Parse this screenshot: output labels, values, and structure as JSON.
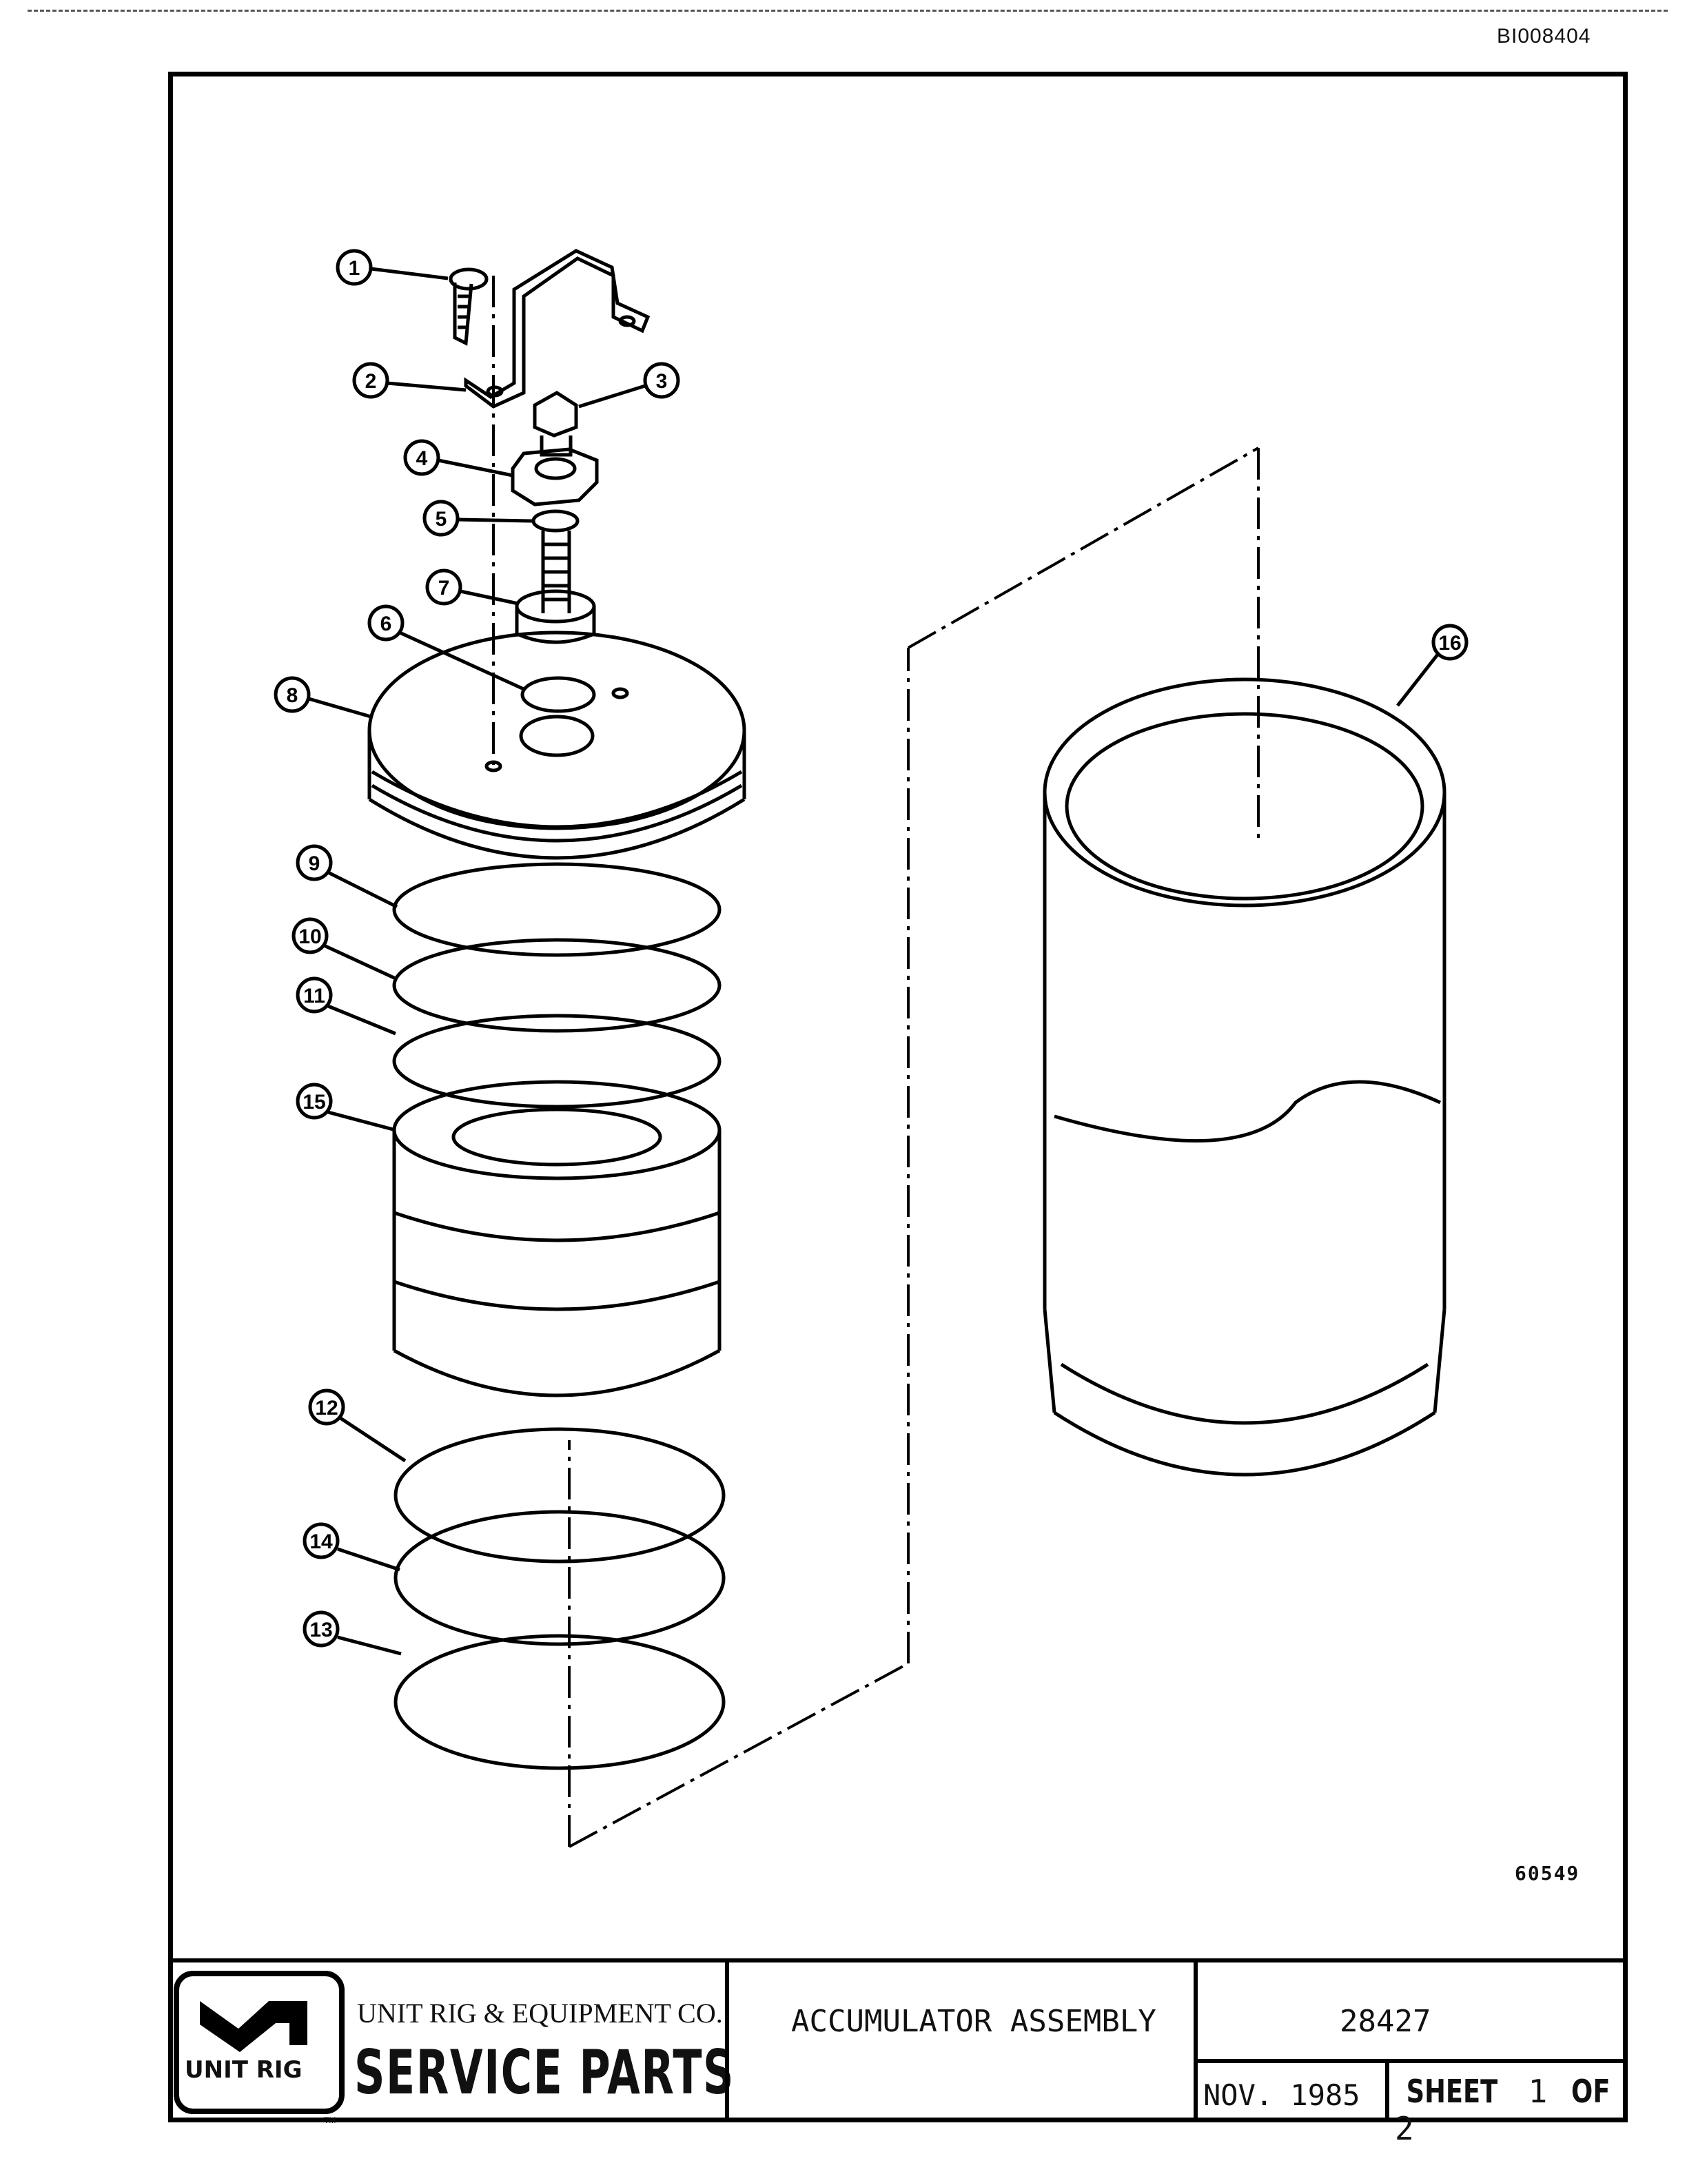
{
  "header": {
    "doc_id": "BI008404"
  },
  "drawing": {
    "number": "60549",
    "callouts": [
      "1",
      "2",
      "3",
      "4",
      "5",
      "6",
      "7",
      "8",
      "9",
      "10",
      "11",
      "12",
      "13",
      "14",
      "15",
      "16"
    ]
  },
  "title_block": {
    "logo_text": "UNIT RIG",
    "trademark": "TM",
    "company": "UNIT RIG & EQUIPMENT CO.",
    "service_parts": "SERVICE PARTS",
    "title": "ACCUMULATOR ASSEMBLY",
    "part_number": "28427",
    "date": "NOV. 1985",
    "sheet_word": "SHEET",
    "sheet_num": "1",
    "sheet_of": "OF",
    "sheet_total": "2"
  }
}
